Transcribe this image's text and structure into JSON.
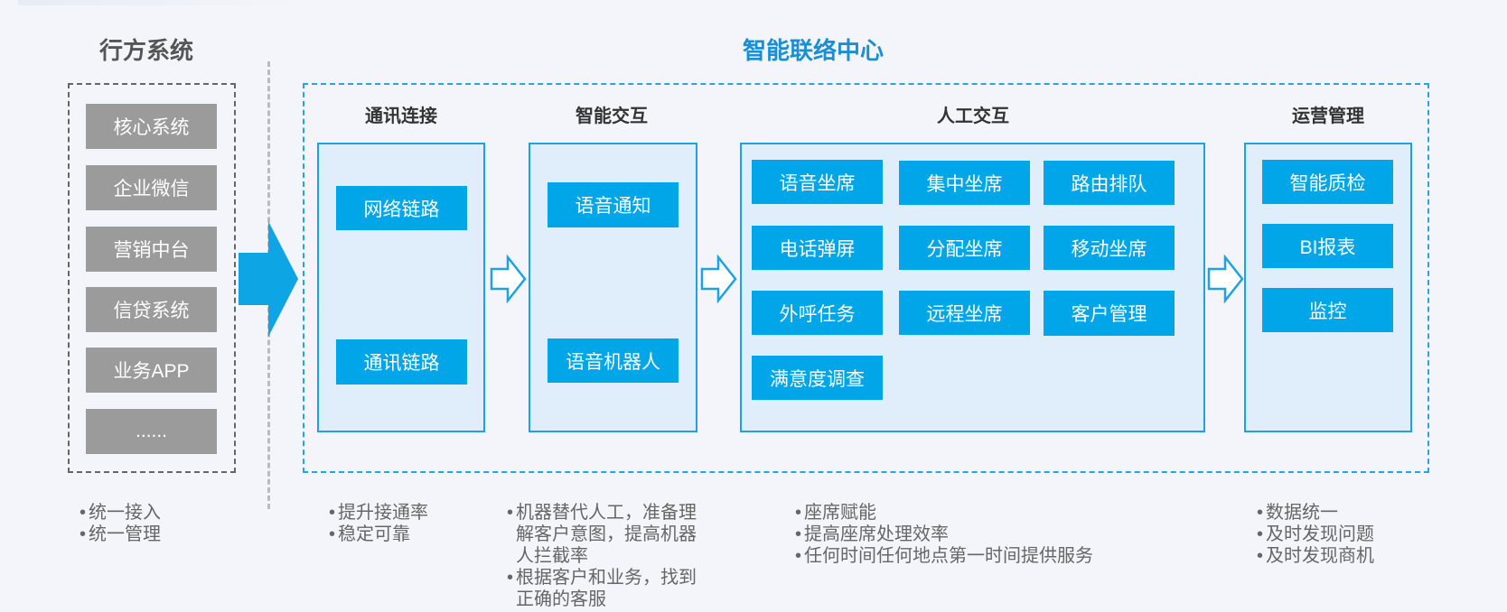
{
  "left": {
    "title": "行方系统",
    "items": [
      "核心系统",
      "企业微信",
      "营销中台",
      "信贷系统",
      "业务APP",
      "......"
    ]
  },
  "center": {
    "title": "智能联络中心",
    "comm": {
      "title": "通讯连接",
      "items": [
        "网络链路",
        "通讯链路"
      ]
    },
    "ai": {
      "title": "智能交互",
      "items": [
        "语音通知",
        "语音机器人"
      ]
    },
    "human": {
      "title": "人工交互",
      "items": [
        "语音坐席",
        "集中坐席",
        "路由排队",
        "电话弹屏",
        "分配坐席",
        "移动坐席",
        "外呼任务",
        "远程坐席",
        "客户管理",
        "满意度调查"
      ]
    },
    "ops": {
      "title": "运营管理",
      "items": [
        "智能质检",
        "BI报表",
        "监控"
      ]
    }
  },
  "notes": {
    "left": [
      "统一接入",
      "统一管理"
    ],
    "comm": [
      "提升接通率",
      "稳定可靠"
    ],
    "ai": [
      "机器替代人工，准备理解客户意图，提高机器人拦截率",
      "根据客户和业务，找到正确的客服"
    ],
    "human": [
      "座席赋能",
      "提高座席处理效率",
      "任何时间任何地点第一时间提供服务"
    ],
    "ops": [
      "数据统一",
      "及时发现问题",
      "及时发现商机"
    ]
  },
  "colors": {
    "accent": "#00a6e8",
    "title_blue": "#1a8fd6",
    "panel_bg": "#dfeefa",
    "gray_box": "#9b9b9b"
  }
}
